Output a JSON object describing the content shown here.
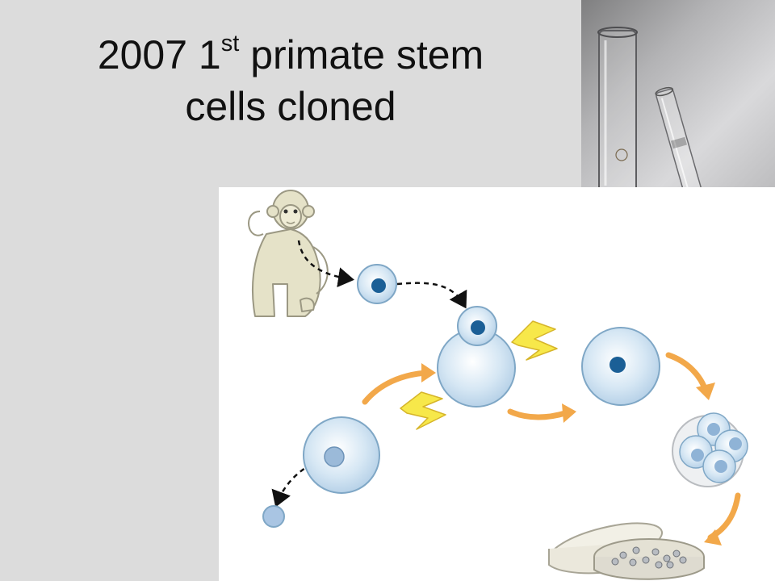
{
  "slide": {
    "title_line1_year": "2007 1",
    "title_line1_sup": "st",
    "title_line1_rest": " primate stem",
    "title_line2": "cells cloned"
  },
  "illustration": {
    "photo_subject": "test-tubes-photo",
    "diagram_subject": "primate-somatic-cell-nuclear-transfer",
    "colors": {
      "cell_fill": "#cfe3f3",
      "cell_stroke": "#7fa7c6",
      "nucleus_dark": "#1b5f96",
      "nucleus_light": "#8fb3d6",
      "arrow_orange": "#f2a84a",
      "spark_yellow": "#f7e84a",
      "monkey_fill": "#e5e2c8",
      "monkey_stroke": "#9b9883"
    }
  }
}
